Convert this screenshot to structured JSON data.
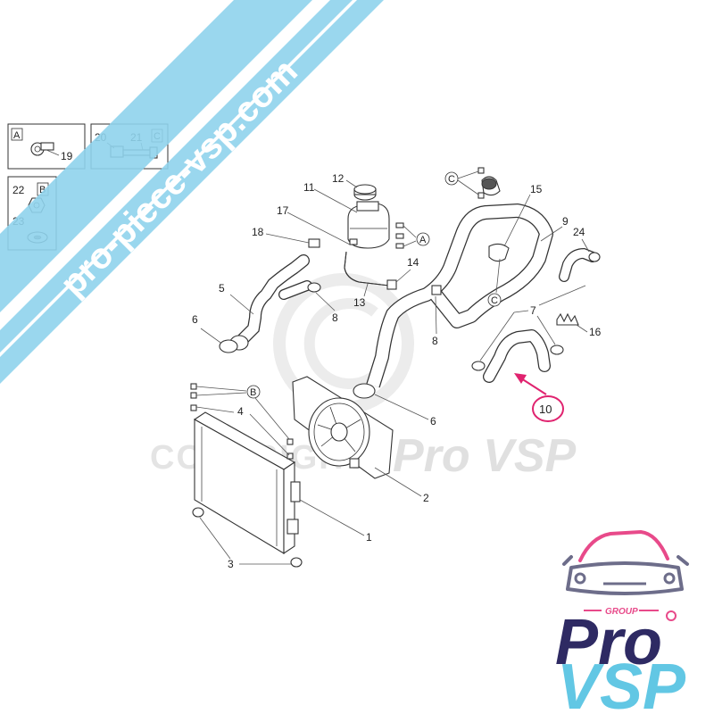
{
  "watermark": {
    "banner": "pro-piece-vsp.com",
    "copyright": "COPYRIGHT",
    "brand": "Pro VSP"
  },
  "logo": {
    "group": "GROUP",
    "pro": "Pro",
    "vsp": "VSP"
  },
  "legend": {
    "a": {
      "letter": "A",
      "num": "19"
    },
    "c": {
      "num1": "20",
      "num2": "21",
      "letter": "C"
    },
    "b": {
      "num1": "22",
      "letter": "B",
      "num2": "23"
    }
  },
  "callouts": {
    "n1": "1",
    "n2": "2",
    "n3": "3",
    "n4": "4",
    "n5": "5",
    "n6a": "6",
    "n6b": "6",
    "n7": "7",
    "n8a": "8",
    "n8b": "8",
    "n9": "9",
    "n10": "10",
    "n11": "11",
    "n12": "12",
    "n13": "13",
    "n14": "14",
    "n15": "15",
    "n16": "16",
    "n17": "17",
    "n18": "18",
    "n24": "24",
    "la": "A",
    "lb": "B",
    "lc1": "C",
    "lc2": "C"
  },
  "colors": {
    "banner": "#8fd3ec",
    "highlight": "#e0236f",
    "logo_dark": "#2e2a63",
    "logo_light": "#62c7e4",
    "logo_pink": "#e84a8a"
  }
}
